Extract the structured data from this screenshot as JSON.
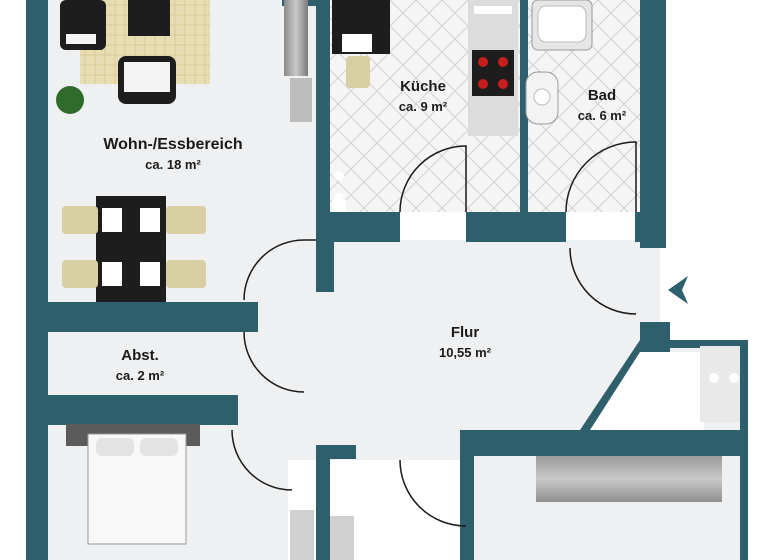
{
  "rooms": {
    "living": {
      "name": "Wohn-/Essbereich",
      "area": "ca. 18 m²"
    },
    "kitchen": {
      "name": "Küche",
      "area": "ca. 9 m²"
    },
    "bath": {
      "name": "Bad",
      "area": "ca. 6 m²"
    },
    "hall": {
      "name": "Flur",
      "area": "10,55 m²"
    },
    "storage": {
      "name": "Abst.",
      "area": "ca. 2 m²"
    }
  },
  "colors": {
    "wall": "#2d5f6d",
    "floor": "#eef0f2",
    "tile": "#f4f4f4",
    "tile_line": "#cfcfcf",
    "parquet": "#e9dfb8",
    "furniture_dark": "#1d1d1d"
  }
}
